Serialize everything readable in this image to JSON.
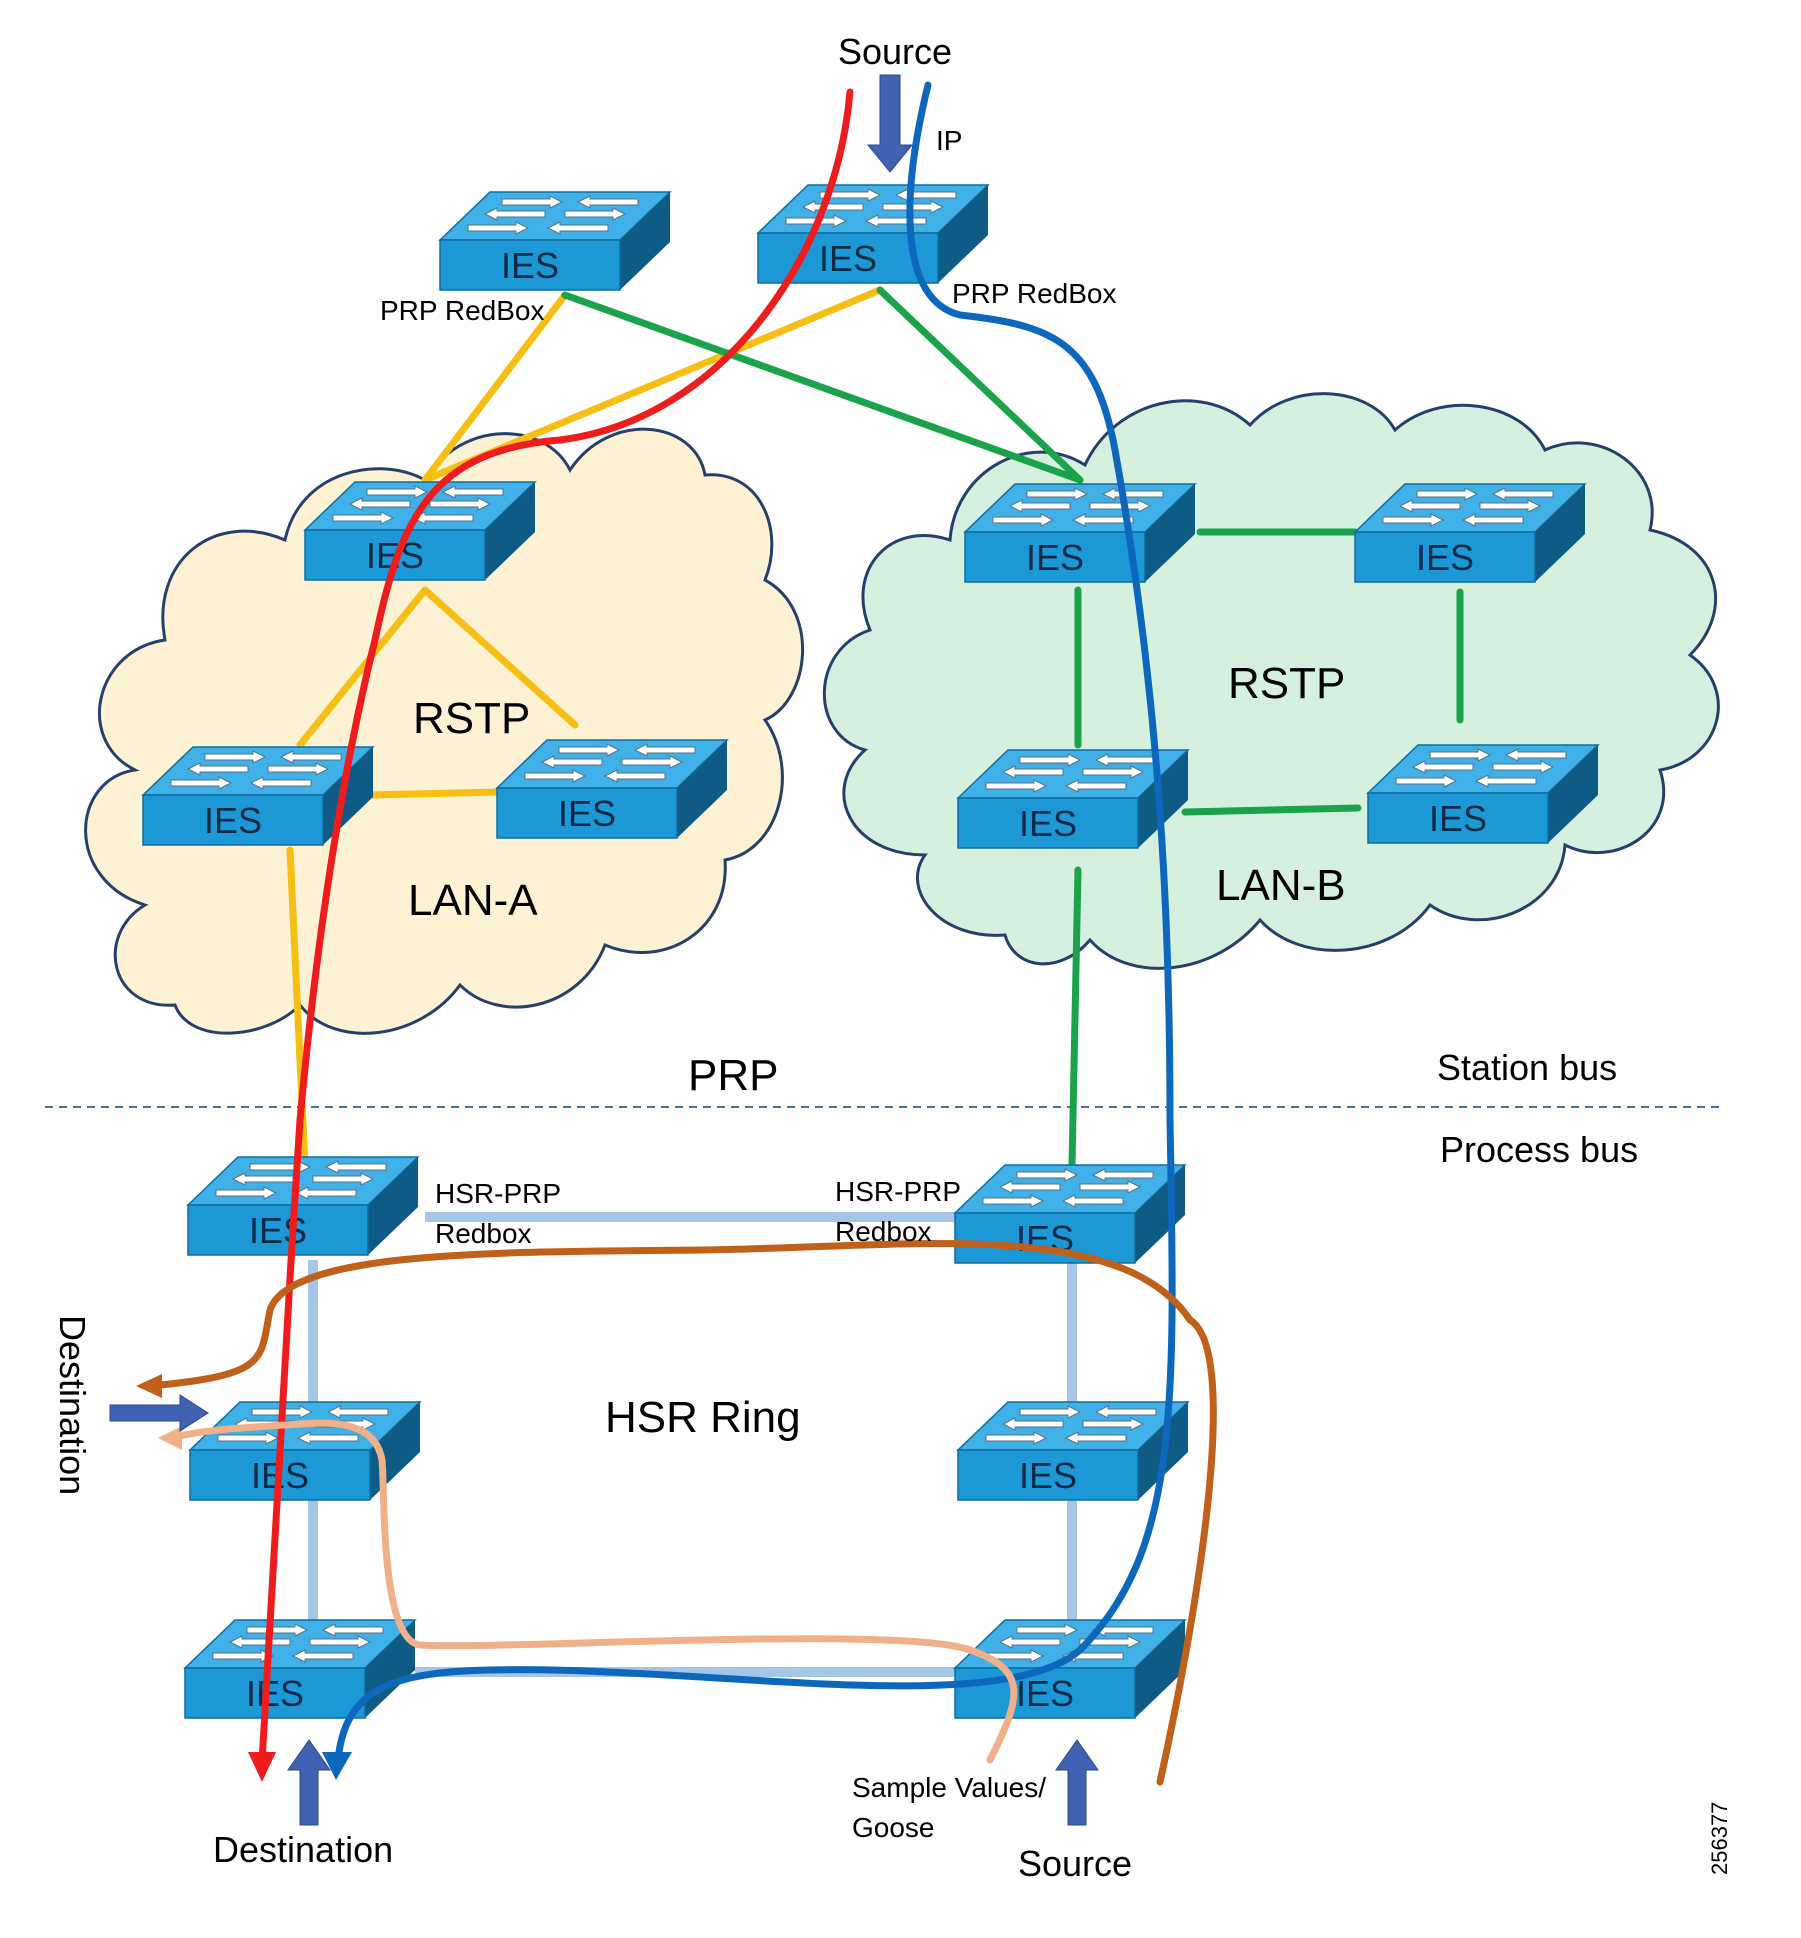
{
  "labels": {
    "source_top": "Source",
    "ip": "IP",
    "prp_redbox_left": "PRP RedBox",
    "prp_redbox_right": "PRP RedBox",
    "rstp_a": "RSTP",
    "lan_a": "LAN-A",
    "rstp_b": "RSTP",
    "lan_b": "LAN-B",
    "prp": "PRP",
    "station_bus": "Station bus",
    "process_bus": "Process bus",
    "hsr_prp_left_1": "HSR-PRP",
    "hsr_prp_left_2": "Redbox",
    "hsr_prp_right_1": "HSR-PRP",
    "hsr_prp_right_2": "Redbox",
    "hsr_ring": "HSR Ring",
    "destination_side": "Destination",
    "destination_bottom": "Destination",
    "source_bottom": "Source",
    "sample_values_1": "Sample Values/",
    "sample_values_2": "Goose",
    "figure_id": "256377"
  },
  "switch_label": "IES",
  "colors": {
    "lan_a_cloud": "#fdf2d3",
    "lan_b_cloud": "#d6f0e0",
    "cloud_outline": "#27406b",
    "link_lan_a": "#f7be13",
    "link_lan_b": "#1aa34a",
    "link_hsr": "#a6c6e8",
    "path_red": "#ee1c1c",
    "path_blue": "#0d68bd",
    "path_orange": "#c0601a",
    "path_peach": "#f0b08a",
    "arrow_blue": "#3f62b2",
    "switch_top": "#3fb0e8",
    "switch_front": "#1c98d6",
    "switch_side": "#0e5b85",
    "divider": "#4a6fa5"
  }
}
